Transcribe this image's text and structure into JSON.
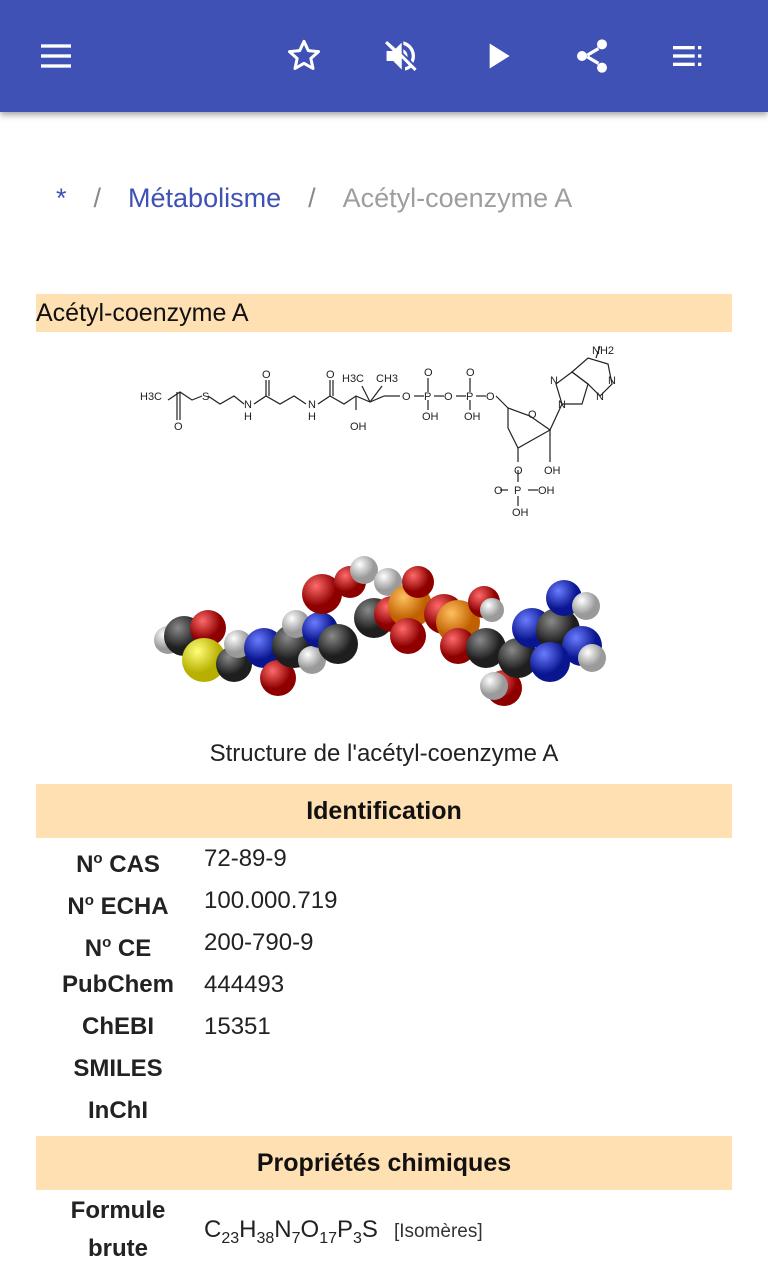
{
  "toolbar": {
    "menu_icon": "menu-icon",
    "star_icon": "star-outline-icon",
    "mute_icon": "volume-off-icon",
    "play_icon": "play-icon",
    "share_icon": "share-icon",
    "toc_icon": "list-menu-icon",
    "color": "#3f51b5"
  },
  "breadcrumb": {
    "home": "*",
    "separator": "/",
    "parent": "Métabolisme",
    "current": "Acétyl-coenzyme A"
  },
  "infobox": {
    "title": "Acétyl-coenzyme A",
    "header_color": "#ffe0b2",
    "image_caption": "Structure de l'acétyl-coenzyme A",
    "structure_labels": {
      "h3c": "H3C",
      "s": "S",
      "o": "O",
      "h": "H",
      "n": "N",
      "oh": "OH",
      "ch3": "CH3",
      "p": "P",
      "nh2": "NH2"
    },
    "identification": {
      "heading": "Identification",
      "rows": [
        {
          "key": "N",
          "sup": "o",
          "key_rest": " CAS",
          "value": "72-89-9"
        },
        {
          "key": "N",
          "sup": "o",
          "key_rest": " ECHA",
          "value": "100.000.719"
        },
        {
          "key": "N",
          "sup": "o",
          "key_rest": " CE",
          "value": "200-790-9"
        },
        {
          "key": "PubChem",
          "sup": "",
          "key_rest": "",
          "value": "444493"
        },
        {
          "key": "ChEBI",
          "sup": "",
          "key_rest": "",
          "value": "15351"
        },
        {
          "key": "SMILES",
          "sup": "",
          "key_rest": "",
          "value": ""
        },
        {
          "key": "InChI",
          "sup": "",
          "key_rest": "",
          "value": ""
        }
      ]
    },
    "chemical_properties": {
      "heading": "Propriétés chimiques",
      "formula_key_line1": "Formule",
      "formula_key_line2": "brute",
      "formula": [
        {
          "el": "C",
          "n": "23"
        },
        {
          "el": "H",
          "n": "38"
        },
        {
          "el": "N",
          "n": "7"
        },
        {
          "el": "O",
          "n": "17"
        },
        {
          "el": "P",
          "n": "3"
        },
        {
          "el": "S",
          "n": ""
        }
      ],
      "isomers_link": "[Isomères]"
    }
  }
}
